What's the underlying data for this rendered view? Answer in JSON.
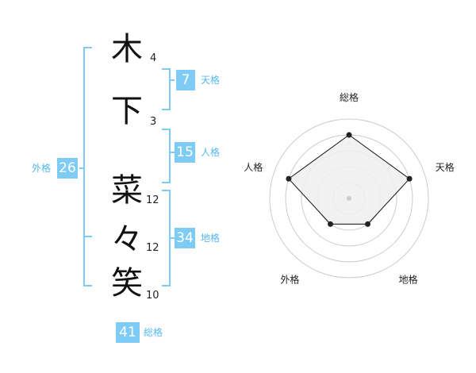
{
  "name_chars": [
    {
      "char": "木",
      "strokes": "4"
    },
    {
      "char": "下",
      "strokes": "3"
    },
    {
      "char": "菜",
      "strokes": "12"
    },
    {
      "char": "々",
      "strokes": "12"
    },
    {
      "char": "笑",
      "strokes": "10"
    }
  ],
  "kaku": {
    "ten": {
      "value": "7",
      "label": "天格"
    },
    "jin": {
      "value": "15",
      "label": "人格"
    },
    "chi": {
      "value": "34",
      "label": "地格"
    },
    "gai": {
      "value": "26",
      "label": "外格"
    },
    "sou": {
      "value": "41",
      "label": "総格"
    }
  },
  "chart_data": {
    "type": "radar",
    "axes": [
      "総格",
      "天格",
      "地格",
      "外格",
      "人格"
    ],
    "values": [
      4,
      4,
      2,
      2,
      4
    ],
    "max": 5,
    "rings": 5,
    "fill_color": "#efefef",
    "line_color": "#111111",
    "ring_color": "#cccccc"
  },
  "colors": {
    "accent": "#7ecbf5",
    "bracket": "#7ecbf5",
    "label": "#55b8ee"
  }
}
